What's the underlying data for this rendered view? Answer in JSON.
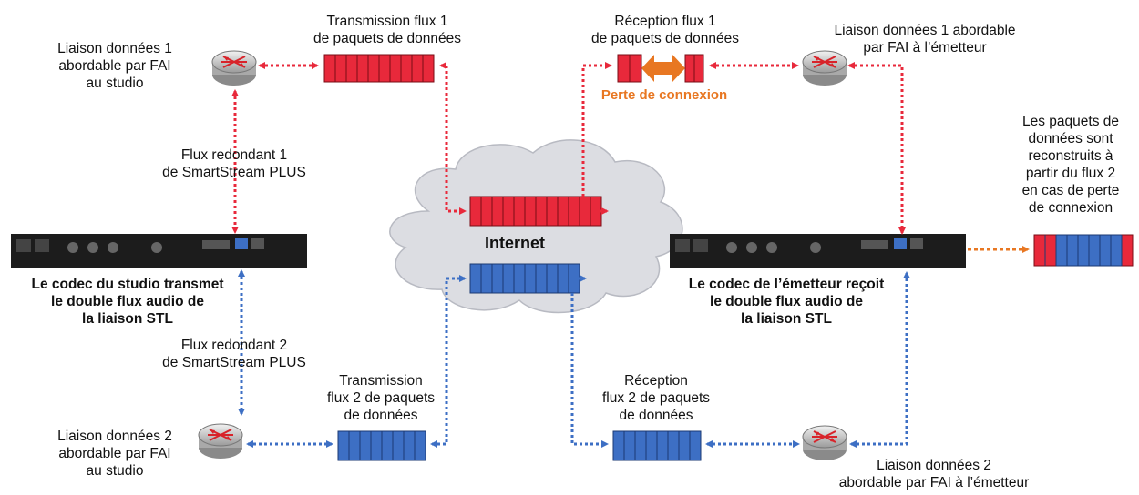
{
  "labels": {
    "studio_link1": [
      "Liaison données 1",
      "abordable par FAI",
      "au studio"
    ],
    "tx_flux1": [
      "Transmission flux 1",
      "de paquets de données"
    ],
    "rx_flux1": [
      "Réception flux 1",
      "de paquets de données"
    ],
    "tx_link1": [
      "Liaison données 1 abordable",
      "par FAI à l’émetteur"
    ],
    "perte": "Perte de connexion",
    "redondant1": [
      "Flux redondant 1",
      "de SmartStream PLUS"
    ],
    "reconstruits": [
      "Les paquets de",
      "données sont",
      "reconstruits à",
      "partir du flux 2",
      "en cas de perte",
      "de connexion"
    ],
    "internet": "Internet",
    "studio_codec": [
      "Le codec du studio transmet",
      "le double flux audio de",
      "la liaison STL"
    ],
    "tx_codec": [
      "Le codec de l’émetteur reçoit",
      "le double flux audio de",
      "la liaison STL"
    ],
    "redondant2": [
      "Flux redondant 2",
      "de SmartStream PLUS"
    ],
    "tx_flux2": [
      "Transmission",
      "flux 2 de paquets",
      "de données"
    ],
    "rx_flux2": [
      "Réception",
      "flux 2 de paquets",
      "de données"
    ],
    "studio_link2": [
      "Liaison données 2",
      "abordable par FAI",
      "au studio"
    ],
    "tx_link2": [
      "Liaison données 2",
      "abordable par FAI à l’émetteur"
    ]
  },
  "colors": {
    "red_stream": "#e8293b",
    "blue_stream": "#3d6fc4",
    "orange": "#e87722",
    "cloud": "#dcdde2"
  },
  "icons": [
    "router-icon",
    "codec-rack-unit",
    "internet-cloud",
    "packet-queue"
  ]
}
